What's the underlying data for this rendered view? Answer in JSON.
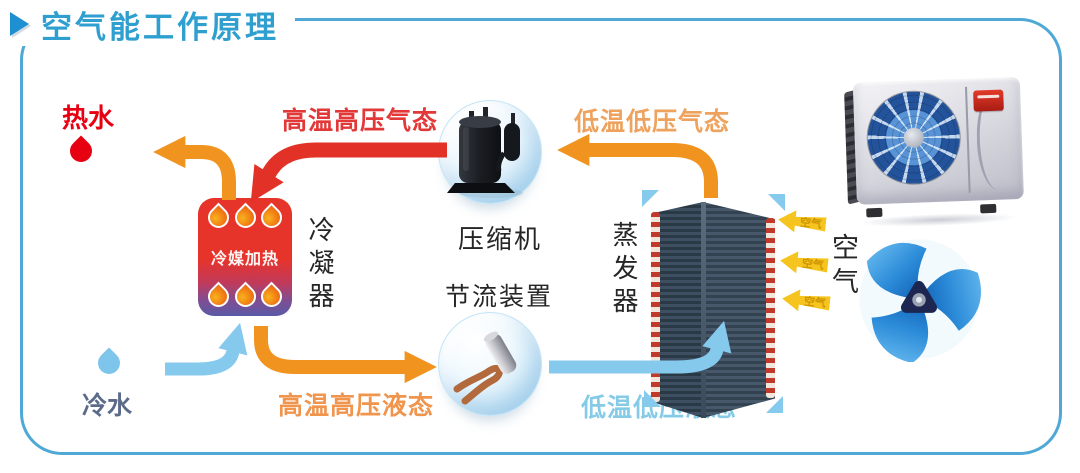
{
  "title": "空气能工作原理",
  "water": {
    "hot_label": "热水",
    "cold_label": "冷水"
  },
  "flows": {
    "hp_gas": "高温高压气态",
    "lp_gas": "低温低压气态",
    "hp_liquid": "高温高压液态",
    "lp_liquid": "低温低压液态"
  },
  "components": {
    "compressor": "压缩机",
    "condenser": "冷凝器",
    "condenser_core": "冷媒加热",
    "throttle": "节流装置",
    "evaporator": "蒸发器"
  },
  "air": {
    "label": "空气",
    "arrow_label": "空气"
  },
  "colors": {
    "title_blue": "#2E9FCF",
    "frame_border": "#4FA8D5",
    "hot_red": "#E23227",
    "warm_orange": "#F0941F",
    "cool_light_blue": "#85C9ED",
    "air_yellow": "#F5C41E",
    "condenser_red": "#E6342B"
  }
}
